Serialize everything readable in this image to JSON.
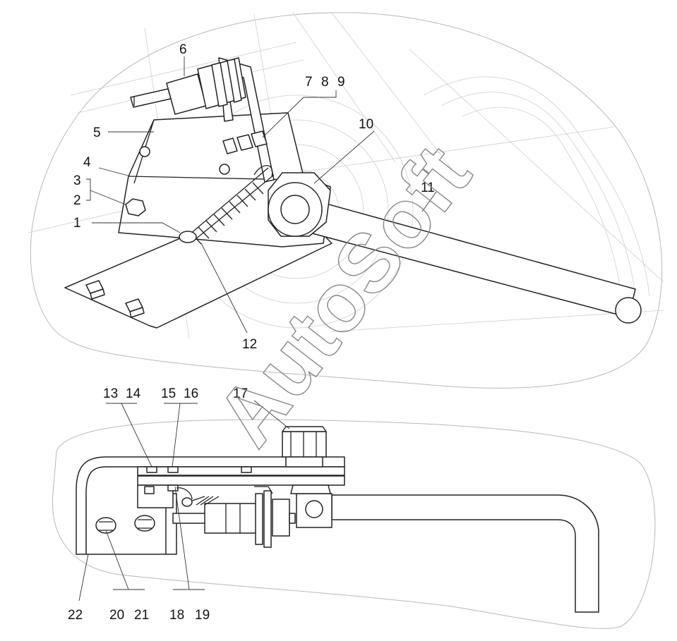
{
  "watermark": "AutoSoft",
  "callouts": {
    "top": [
      "6",
      "7",
      "8",
      "9",
      "5",
      "10",
      "4",
      "3",
      "2",
      "11",
      "1",
      "12"
    ],
    "bottom": [
      "13",
      "14",
      "15",
      "16",
      "17",
      "22",
      "20",
      "21",
      "18",
      "19"
    ]
  }
}
